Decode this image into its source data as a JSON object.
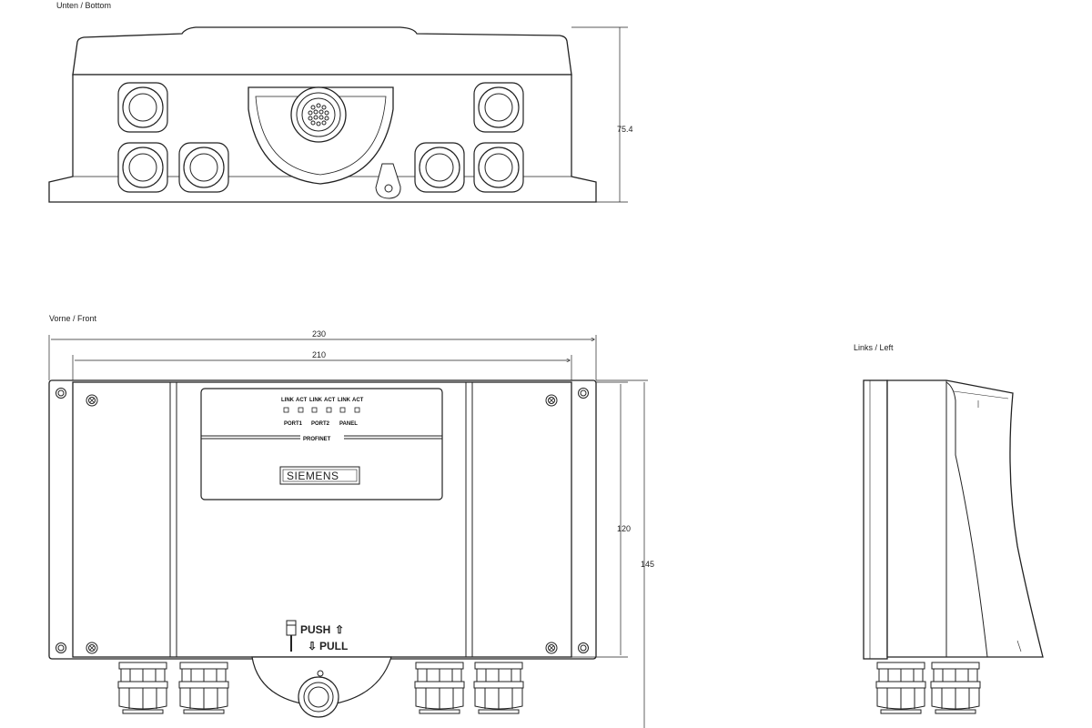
{
  "views": {
    "bottom": {
      "title": "Unten / Bottom",
      "height_dim": "75.4"
    },
    "front": {
      "title": "Vorne / Front",
      "width_outer": "230",
      "width_inner": "210",
      "height_inner": "120",
      "height_outer": "145",
      "led_top": [
        "LINK",
        "ACT",
        "LINK",
        "ACT",
        "LINK",
        "ACT"
      ],
      "led_groups": [
        "PORT1",
        "PORT2",
        "PANEL"
      ],
      "network_label": "PROFINET",
      "brand": "SIEMENS",
      "push_label": "PUSH",
      "pull_label": "PULL",
      "push_arrow": "⇧",
      "pull_arrow": "⇩"
    },
    "left": {
      "title": "Links / Left"
    }
  }
}
